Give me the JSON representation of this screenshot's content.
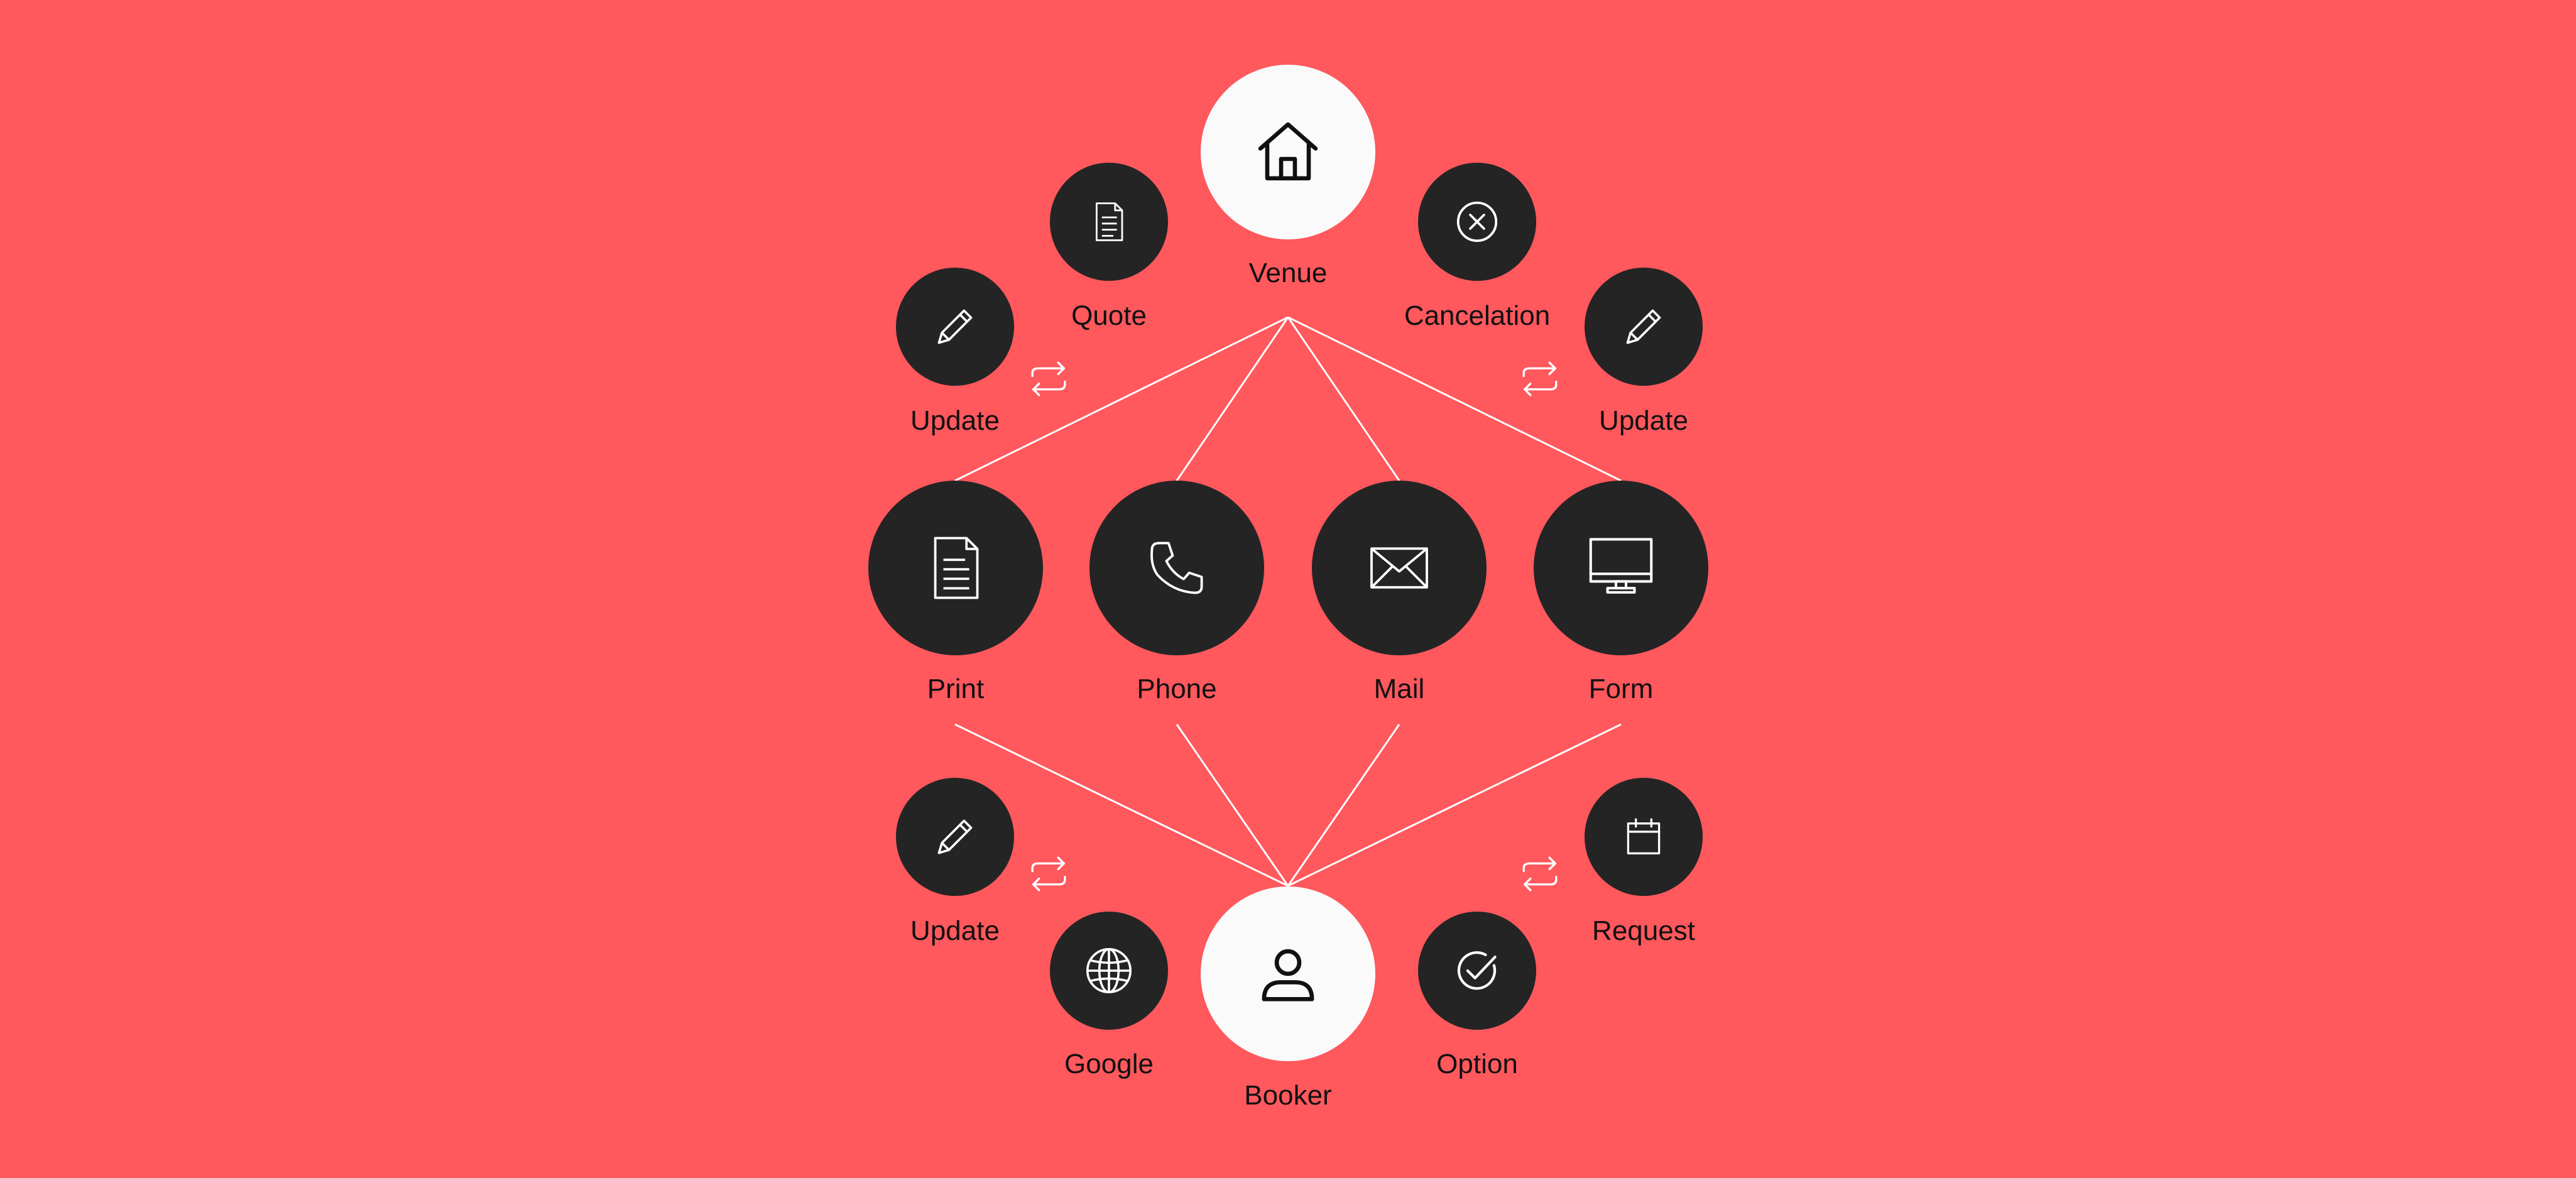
{
  "colors": {
    "background": "#FF585D",
    "node_dark": "#242424",
    "node_light": "#FAFAFA",
    "connector": "#FFFFFF",
    "label_text": "#111111"
  },
  "diagram": {
    "hubs": {
      "venue": {
        "label": "Venue",
        "icon": "home-icon"
      },
      "booker": {
        "label": "Booker",
        "icon": "user-icon"
      }
    },
    "channels": [
      {
        "label": "Print",
        "icon": "document-icon"
      },
      {
        "label": "Phone",
        "icon": "phone-icon"
      },
      {
        "label": "Mail",
        "icon": "envelope-icon"
      },
      {
        "label": "Form",
        "icon": "monitor-icon"
      }
    ],
    "actions": {
      "quote": {
        "label": "Quote",
        "icon": "document-icon"
      },
      "cancelation": {
        "label": "Cancelation",
        "icon": "close-circle-icon"
      },
      "update_top_left": {
        "label": "Update",
        "icon": "pencil-icon"
      },
      "update_top_right": {
        "label": "Update",
        "icon": "pencil-icon"
      },
      "update_bottom_left": {
        "label": "Update",
        "icon": "pencil-icon"
      },
      "request": {
        "label": "Request",
        "icon": "calendar-icon"
      },
      "google": {
        "label": "Google",
        "icon": "globe-icon"
      },
      "option": {
        "label": "Option",
        "icon": "check-circle-icon"
      }
    },
    "cycle_icons": [
      "repeat-icon",
      "repeat-icon",
      "repeat-icon",
      "repeat-icon"
    ]
  }
}
